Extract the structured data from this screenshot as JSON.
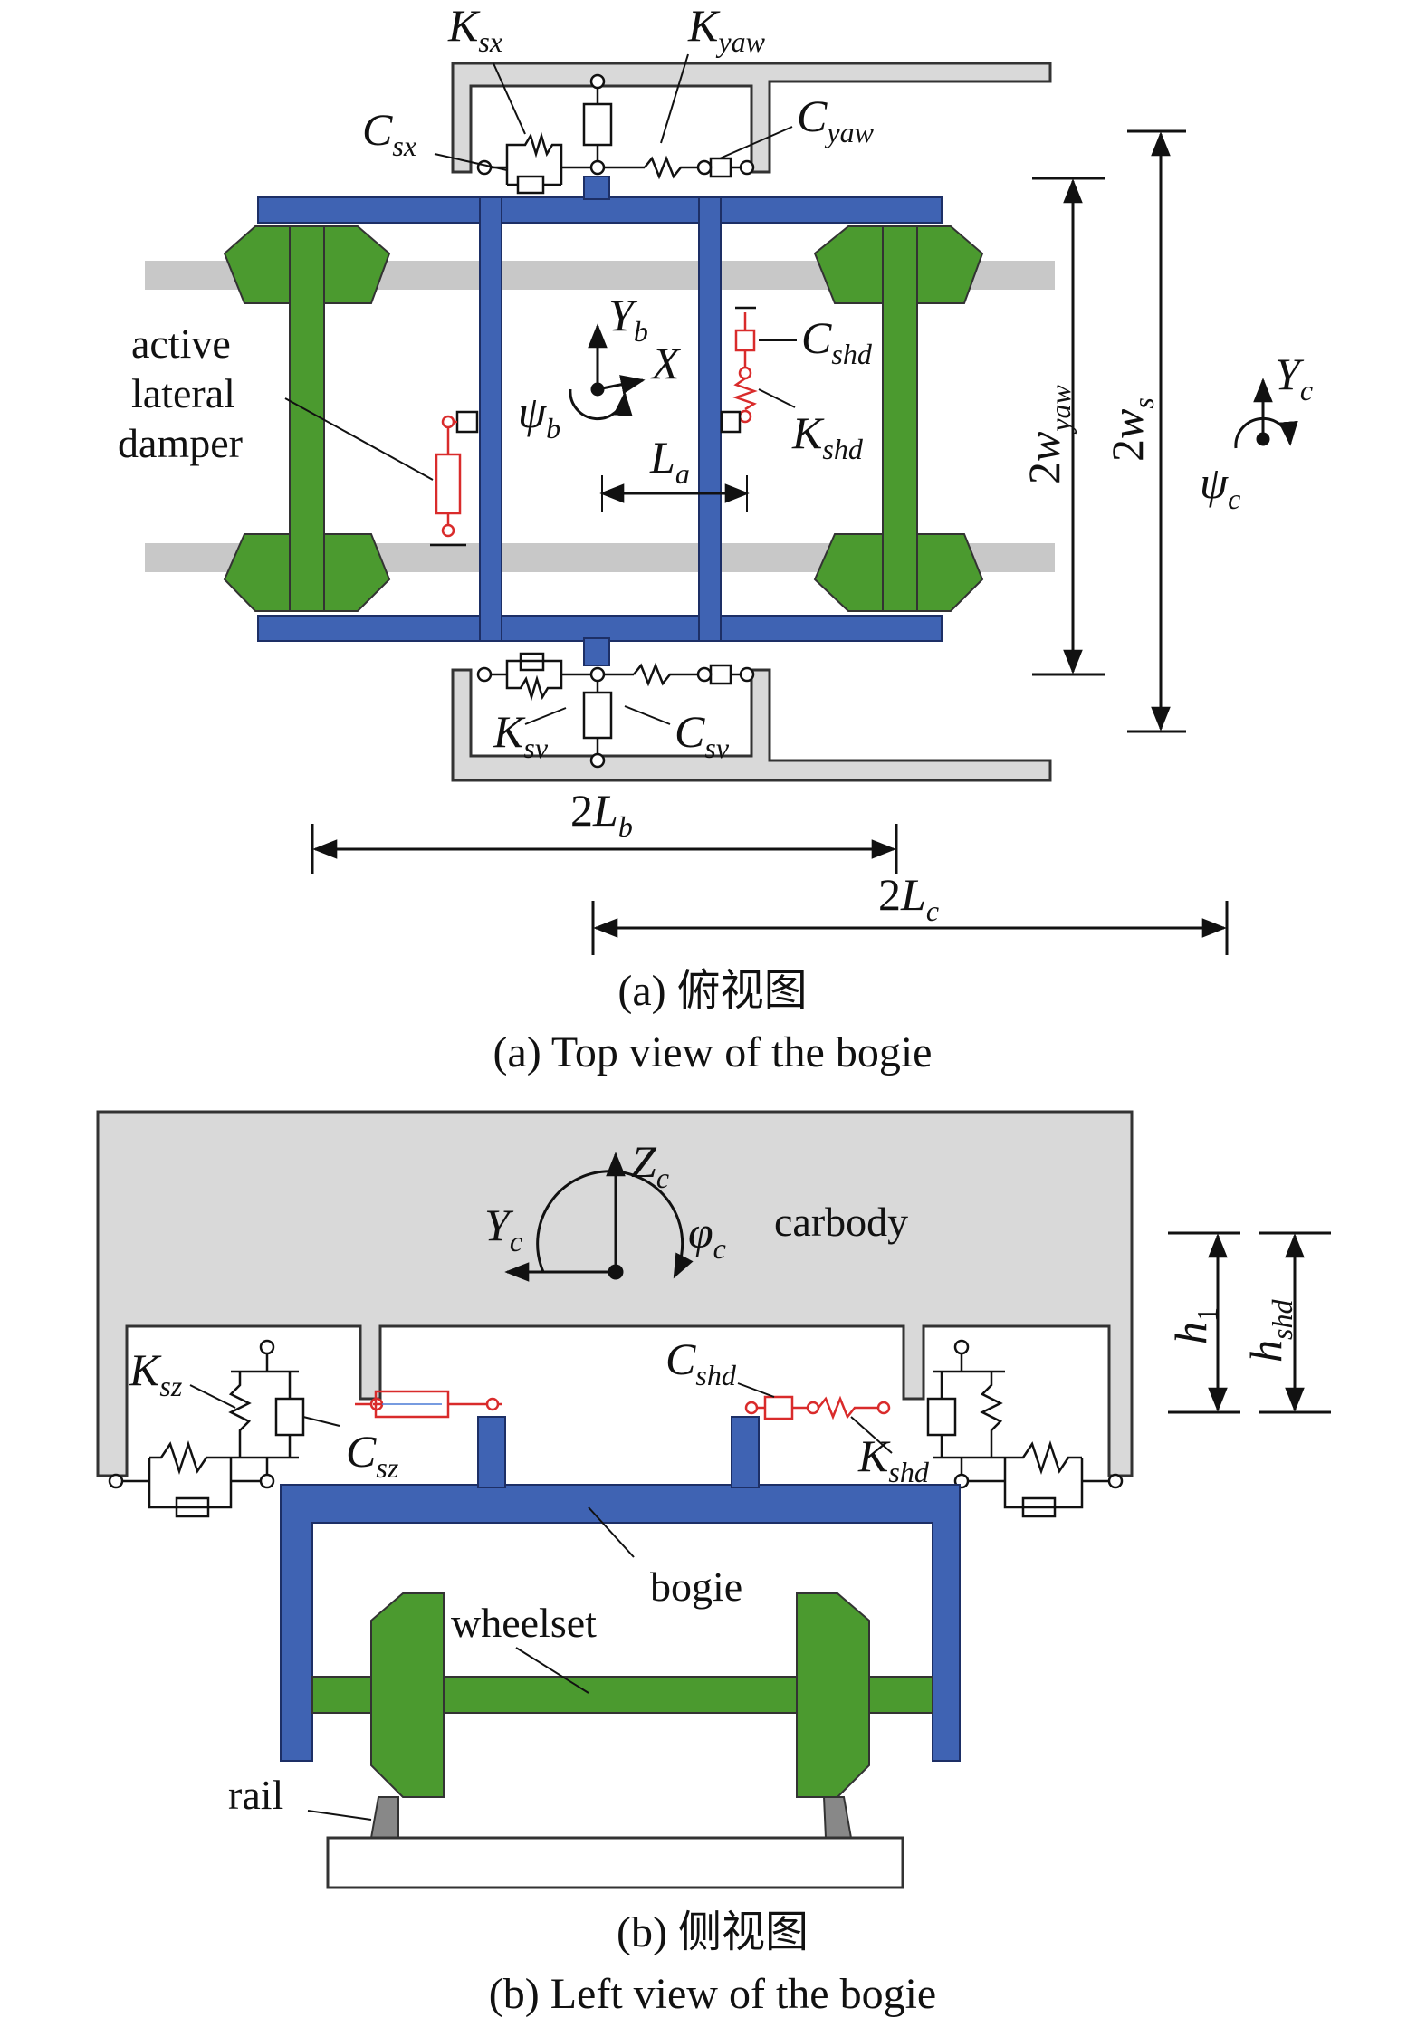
{
  "colors": {
    "bogie": "#3f63b3",
    "wheelset": "#4b9a2f",
    "rail": "#c8c8c8",
    "carbody": "#d9d9d9",
    "active": "#d92b2b",
    "line": "#111111"
  },
  "top_view": {
    "caption_cn": "(a) 俯视图",
    "caption_en": "(a) Top view of the bogie",
    "active_damper_label": [
      "active",
      "lateral",
      "damper"
    ],
    "symbols": {
      "K_sx": {
        "main": "K",
        "sub": "sx"
      },
      "K_yaw": {
        "main": "K",
        "sub": "yaw"
      },
      "C_sx": {
        "main": "C",
        "sub": "sx"
      },
      "C_yaw": {
        "main": "C",
        "sub": "yaw"
      },
      "Y_b": {
        "main": "Y",
        "sub": "b"
      },
      "X": {
        "main": "X",
        "sub": ""
      },
      "psi_b": {
        "main": "ψ",
        "sub": "b"
      },
      "C_shd": {
        "main": "C",
        "sub": "shd"
      },
      "K_shd": {
        "main": "K",
        "sub": "shd"
      },
      "L_a": {
        "main": "L",
        "sub": "a"
      },
      "K_sv": {
        "main": "K",
        "sub": "sv"
      },
      "C_sv": {
        "main": "C",
        "sub": "sv"
      },
      "two_w_yaw": {
        "pre": "2",
        "main": "w",
        "sub": "yaw"
      },
      "two_w_s": {
        "pre": "2",
        "main": "w",
        "sub": "s"
      },
      "Y_c": {
        "main": "Y",
        "sub": "c"
      },
      "psi_c": {
        "main": "ψ",
        "sub": "c"
      },
      "two_L_b": {
        "pre": "2",
        "main": "L",
        "sub": "b"
      },
      "two_L_c": {
        "pre": "2",
        "main": "L",
        "sub": "c"
      }
    }
  },
  "side_view": {
    "caption_cn": "(b) 侧视图",
    "caption_en": "(b) Left view of the bogie",
    "carbody_label": "carbody",
    "bogie_label": "bogie",
    "wheelset_label": "wheelset",
    "rail_label": "rail",
    "symbols": {
      "Z_c": {
        "main": "Z",
        "sub": "c"
      },
      "Y_c": {
        "main": "Y",
        "sub": "c"
      },
      "phi_c": {
        "main": "φ",
        "sub": "c"
      },
      "K_sz": {
        "main": "K",
        "sub": "sz"
      },
      "C_sz": {
        "main": "C",
        "sub": "sz"
      },
      "C_shd": {
        "main": "C",
        "sub": "shd"
      },
      "K_shd": {
        "main": "K",
        "sub": "shd"
      },
      "h_1": {
        "main": "h",
        "sub": "1"
      },
      "h_shd": {
        "main": "h",
        "sub": "shd"
      }
    }
  }
}
